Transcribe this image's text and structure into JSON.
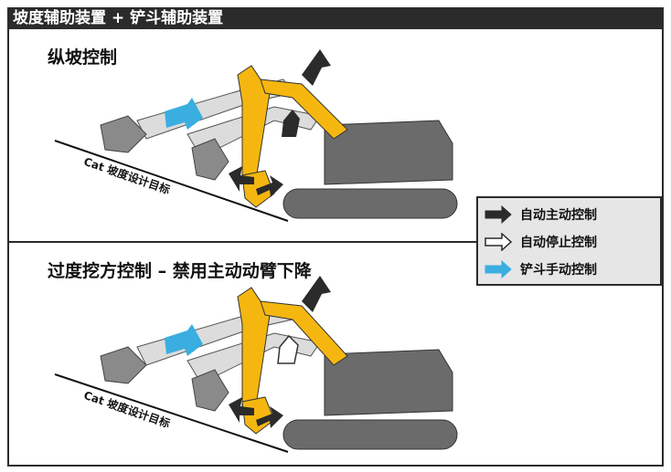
{
  "header": {
    "title": "坡度辅助装置 + 铲斗辅助装置"
  },
  "panel_top": {
    "title": "纵坡控制",
    "slope_label": "Cat 坡度设计目标"
  },
  "panel_bottom": {
    "title": "过度挖方控制 – 禁用主动动臂下降",
    "slope_label": "Cat 坡度设计目标"
  },
  "legend": {
    "items": [
      {
        "label": "自动主动控制",
        "icon": "black-arrow-icon",
        "color": "#2b2b2b"
      },
      {
        "label": "自动停止控制",
        "icon": "white-arrow-icon",
        "color": "#ffffff"
      },
      {
        "label": "铲斗手动控制",
        "icon": "blue-arrow-icon",
        "color": "#3aaee0"
      }
    ]
  },
  "colors": {
    "boom": "#f5b70f",
    "body": "#6b6b6b",
    "ghost": "#dcdcdc",
    "dark_arrow": "#2b2b2b",
    "blue_arrow": "#3aaee0"
  }
}
